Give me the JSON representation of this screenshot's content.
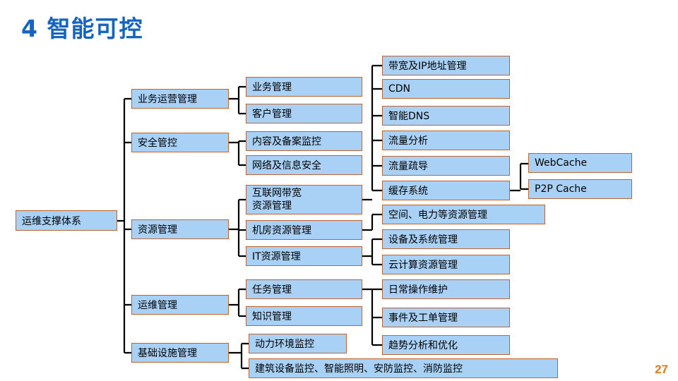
{
  "title": "4 智能可控",
  "page_number": "27",
  "tree": {
    "root": "运维支撑体系",
    "level1": {
      "business": "业务运营管理",
      "security": "安全管控",
      "resource": "资源管理",
      "ops": "运维管理",
      "infra": "基础设施管理"
    },
    "level2": {
      "biz_mgmt": "业务管理",
      "customer_mgmt": "客户管理",
      "content_monitor": "内容及备案监控",
      "net_security": "网络及信息安全",
      "internet_bw": "互联网带宽\n资源管理",
      "datacenter": "机房资源管理",
      "it_resource": "IT资源管理",
      "task_mgmt": "任务管理",
      "knowledge_mgmt": "知识管理",
      "env_monitor": "动力环境监控",
      "building_monitor": "建筑设备监控、智能照明、安防监控、消防监控"
    },
    "level3": {
      "bw_ip": "带宽及IP地址管理",
      "cdn": "CDN",
      "smart_dns": "智能DNS",
      "traffic_analysis": "流量分析",
      "traffic_steer": "流量疏导",
      "cache_system": "缓存系统",
      "space_power": "空间、电力等资源管理",
      "device_system": "设备及系统管理",
      "cloud_compute": "云计算资源管理",
      "daily_ops": "日常操作维护",
      "incident_ticket": "事件及工单管理",
      "trend_analysis": "趋势分析和优化"
    },
    "level4": {
      "webcache": "WebCache",
      "p2p_cache": "P2P Cache"
    }
  },
  "colors": {
    "title": "#1565c0",
    "node_fill": "#a9d0f5",
    "node_border": "#c0632e",
    "connector": "#000000",
    "page_number": "#e07b1a"
  }
}
